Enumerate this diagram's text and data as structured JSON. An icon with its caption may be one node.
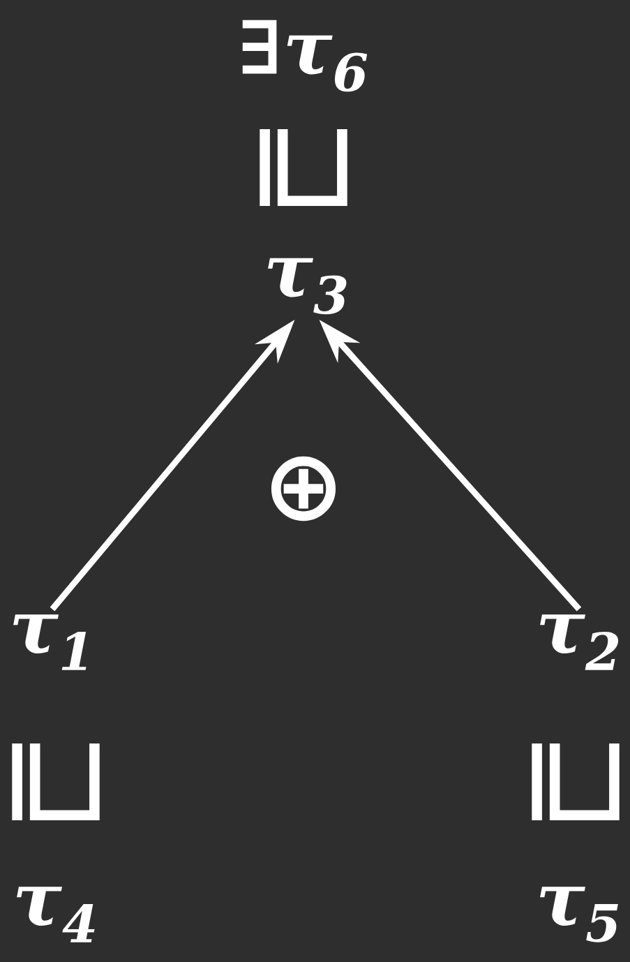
{
  "diagram": {
    "nodes": [
      {
        "text": [
          "∃τ$_{6}$"
        ]
      },
      {
        "text": [
          "τ$_{3}$"
        ]
      },
      {
        "text": [
          "τ$_{1}$"
        ]
      },
      {
        "text": [
          "τ$_{2}$"
        ]
      },
      {
        "text": [
          "τ$_{4}$"
        ]
      },
      {
        "text": [
          "τ$_{5}$"
        ]
      }
    ],
    "edges": [
      {
        "from": 2,
        "to": 1,
        "arrow": "to"
      },
      {
        "from": 3,
        "to": 1,
        "arrow": "to"
      }
    ],
    "labels": [
      "⊒",
      "⊕",
      "⊒",
      "⊒"
    ]
  }
}
